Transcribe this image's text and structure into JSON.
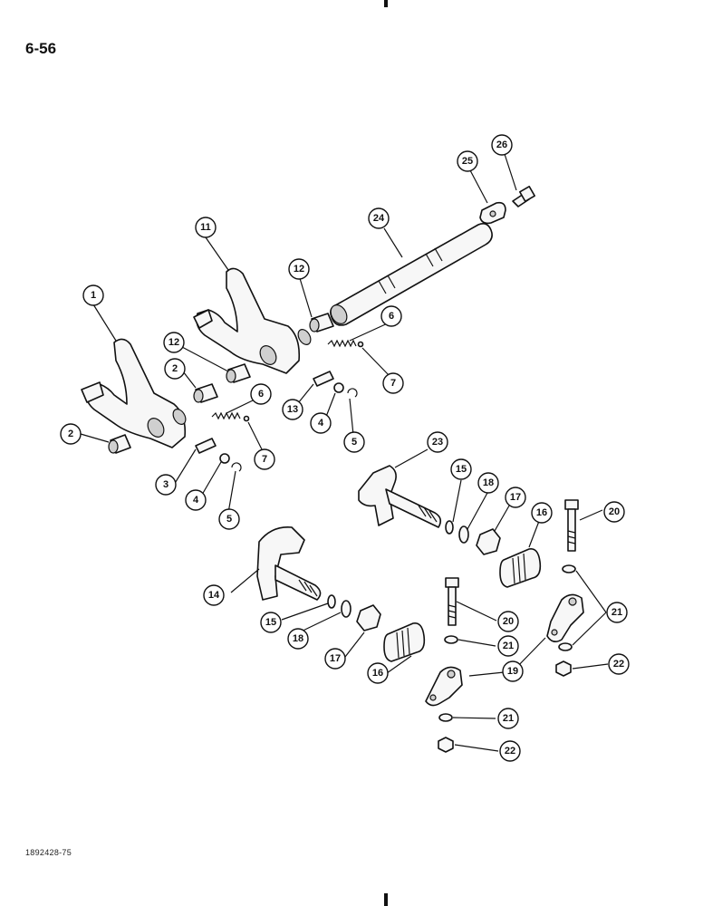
{
  "page": {
    "number": "6-56",
    "figure_id": "1892428-75"
  },
  "callouts": [
    {
      "id": "c1",
      "label": "1"
    },
    {
      "id": "c2a",
      "label": "2"
    },
    {
      "id": "c2b",
      "label": "2"
    },
    {
      "id": "c3",
      "label": "3"
    },
    {
      "id": "c4a",
      "label": "4"
    },
    {
      "id": "c4b",
      "label": "4"
    },
    {
      "id": "c5a",
      "label": "5"
    },
    {
      "id": "c5b",
      "label": "5"
    },
    {
      "id": "c6a",
      "label": "6"
    },
    {
      "id": "c6b",
      "label": "6"
    },
    {
      "id": "c7a",
      "label": "7"
    },
    {
      "id": "c7b",
      "label": "7"
    },
    {
      "id": "c11",
      "label": "11"
    },
    {
      "id": "c12a",
      "label": "12"
    },
    {
      "id": "c12b",
      "label": "12"
    },
    {
      "id": "c13",
      "label": "13"
    },
    {
      "id": "c14",
      "label": "14"
    },
    {
      "id": "c15a",
      "label": "15"
    },
    {
      "id": "c15b",
      "label": "15"
    },
    {
      "id": "c16a",
      "label": "16"
    },
    {
      "id": "c16b",
      "label": "16"
    },
    {
      "id": "c17a",
      "label": "17"
    },
    {
      "id": "c17b",
      "label": "17"
    },
    {
      "id": "c18a",
      "label": "18"
    },
    {
      "id": "c18b",
      "label": "18"
    },
    {
      "id": "c19",
      "label": "19"
    },
    {
      "id": "c20a",
      "label": "20"
    },
    {
      "id": "c20b",
      "label": "20"
    },
    {
      "id": "c21a",
      "label": "21"
    },
    {
      "id": "c21b",
      "label": "21"
    },
    {
      "id": "c21c",
      "label": "21"
    },
    {
      "id": "c22a",
      "label": "22"
    },
    {
      "id": "c22b",
      "label": "22"
    },
    {
      "id": "c23",
      "label": "23"
    },
    {
      "id": "c24",
      "label": "24"
    },
    {
      "id": "c25",
      "label": "25"
    },
    {
      "id": "c26",
      "label": "26"
    }
  ]
}
